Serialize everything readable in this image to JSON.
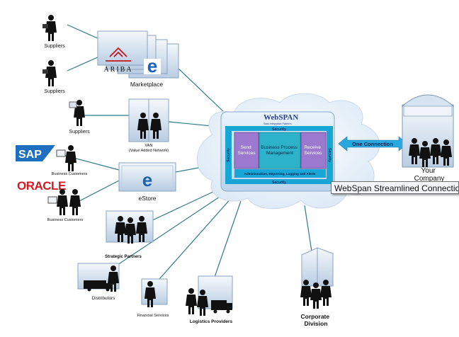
{
  "colors": {
    "cloud": "#dbe9f6",
    "line": "#2e7d86",
    "service_box": "#9a79cf",
    "center_box": "#2db3c9",
    "security_bar": "#17a6d6",
    "arrow": "#27a8de",
    "ariba_red": "#c4161c",
    "sap_blue": "#1f6fc0",
    "oracle_red": "#d71920",
    "ebadge_blue": "#1b62b5"
  },
  "labels": {
    "suppliers_1": "Suppliers",
    "suppliers_2": "Suppliers",
    "suppliers_3": "Suppliers",
    "ariba_logo": "ARIBA",
    "marketplace": "Marketplace",
    "van": "VAN",
    "van_sub": "(Value Added Network)",
    "sap_logo": "SAP",
    "oracle_logo": "ORACLE",
    "business_customers_1": "Business Customers",
    "business_customers_2": "Business Customers",
    "estore": "eStore",
    "strategic_partners": "Strategic Partners",
    "distributors": "Distributors",
    "financial_services": "Financial Services",
    "logistics_providers": "Logistics Providers",
    "corporate_division": [
      "Corporate",
      "Division"
    ],
    "your_company": [
      "Your",
      "Company"
    ],
    "e_badge": "e"
  },
  "hub": {
    "title": "WebSPAN",
    "subtitle": "Saas Integration Platform",
    "security_top": "Security",
    "security_bottom": "Security",
    "security_left": "Security",
    "security_right": "Security",
    "send_services": [
      "Send",
      "Services"
    ],
    "bpm": [
      "Business Process",
      "Management"
    ],
    "receive_services": [
      "Receive",
      "Services"
    ],
    "admin_bar": "Administration, Reporting, Logging and Alerts",
    "one_connection": "One Connection"
  },
  "tooltip": "WebSpan Streamlined Connections"
}
